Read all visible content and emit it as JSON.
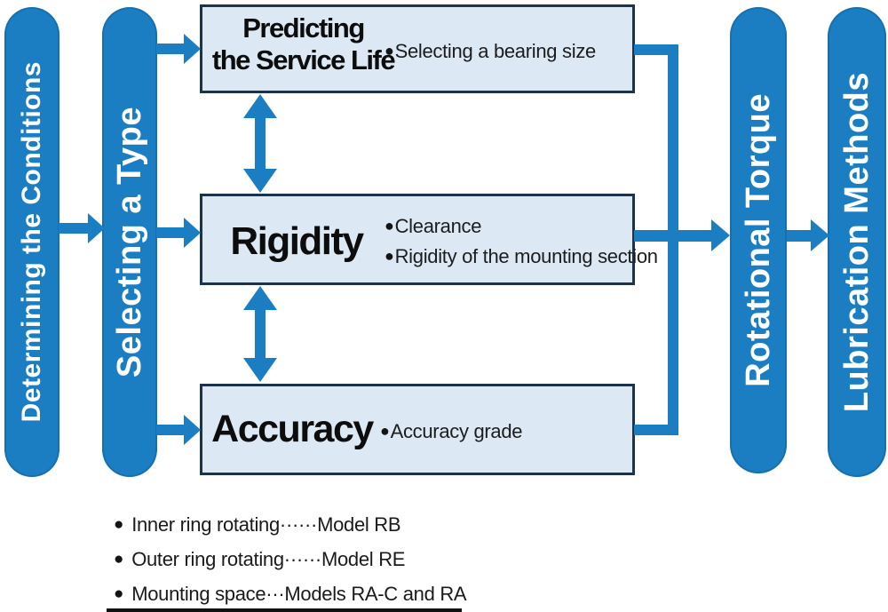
{
  "diagram": {
    "pills": [
      {
        "label": "Determining the Conditions"
      },
      {
        "label": "Selecting a Type"
      },
      {
        "label": "Rotational Torque"
      },
      {
        "label": "Lubrication Methods"
      }
    ],
    "boxes": [
      {
        "title_line1": "Predicting",
        "title_line2": "the Service Life",
        "bullets": [
          "Selecting a bearing size"
        ]
      },
      {
        "title": "Rigidity",
        "bullets": [
          "Clearance",
          "Rigidity of the mounting section"
        ]
      },
      {
        "title": "Accuracy",
        "bullets": [
          "Accuracy grade"
        ]
      }
    ],
    "bullet_char": "●",
    "legend": [
      "Inner ring rotating······Model RB",
      "Outer ring rotating······Model RE",
      "Mounting space···Models RA-C and RA"
    ],
    "colors": {
      "accent_blue": "#1b7ec3",
      "box_fill": "#dce8f4",
      "box_border": "#1c3349",
      "text": "#111111"
    }
  }
}
